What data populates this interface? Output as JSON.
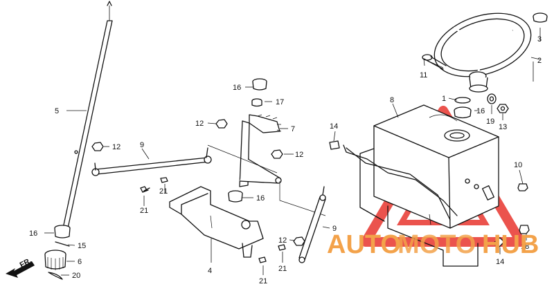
{
  "labels": {
    "l1": "1",
    "l2": "2",
    "l3": "3",
    "l4": "4",
    "l5": "5",
    "l6": "6",
    "l7": "7",
    "l8": "8",
    "l9a": "9",
    "l9b": "9",
    "l10": "10",
    "l11": "11",
    "l12a": "12",
    "l12b": "12",
    "l12c": "12",
    "l12d": "12",
    "l13": "13",
    "l14a": "14",
    "l14b": "14",
    "l15": "15",
    "l16a": "16",
    "l16b": "16",
    "l16c": "16",
    "l16d": "16",
    "l17": "17",
    "l18": "18",
    "l19": "19",
    "l20": "20",
    "l21a": "21",
    "l21b": "21",
    "l21c": "21",
    "l21d": "21"
  },
  "direction_label": "FR.",
  "watermark": {
    "left": "AUTO",
    "mid": "MOTO",
    "right": "HUB"
  },
  "colors": {
    "watermark": "#e8362f",
    "watermark_mid": "#f3a24a",
    "ink": "#111111"
  }
}
